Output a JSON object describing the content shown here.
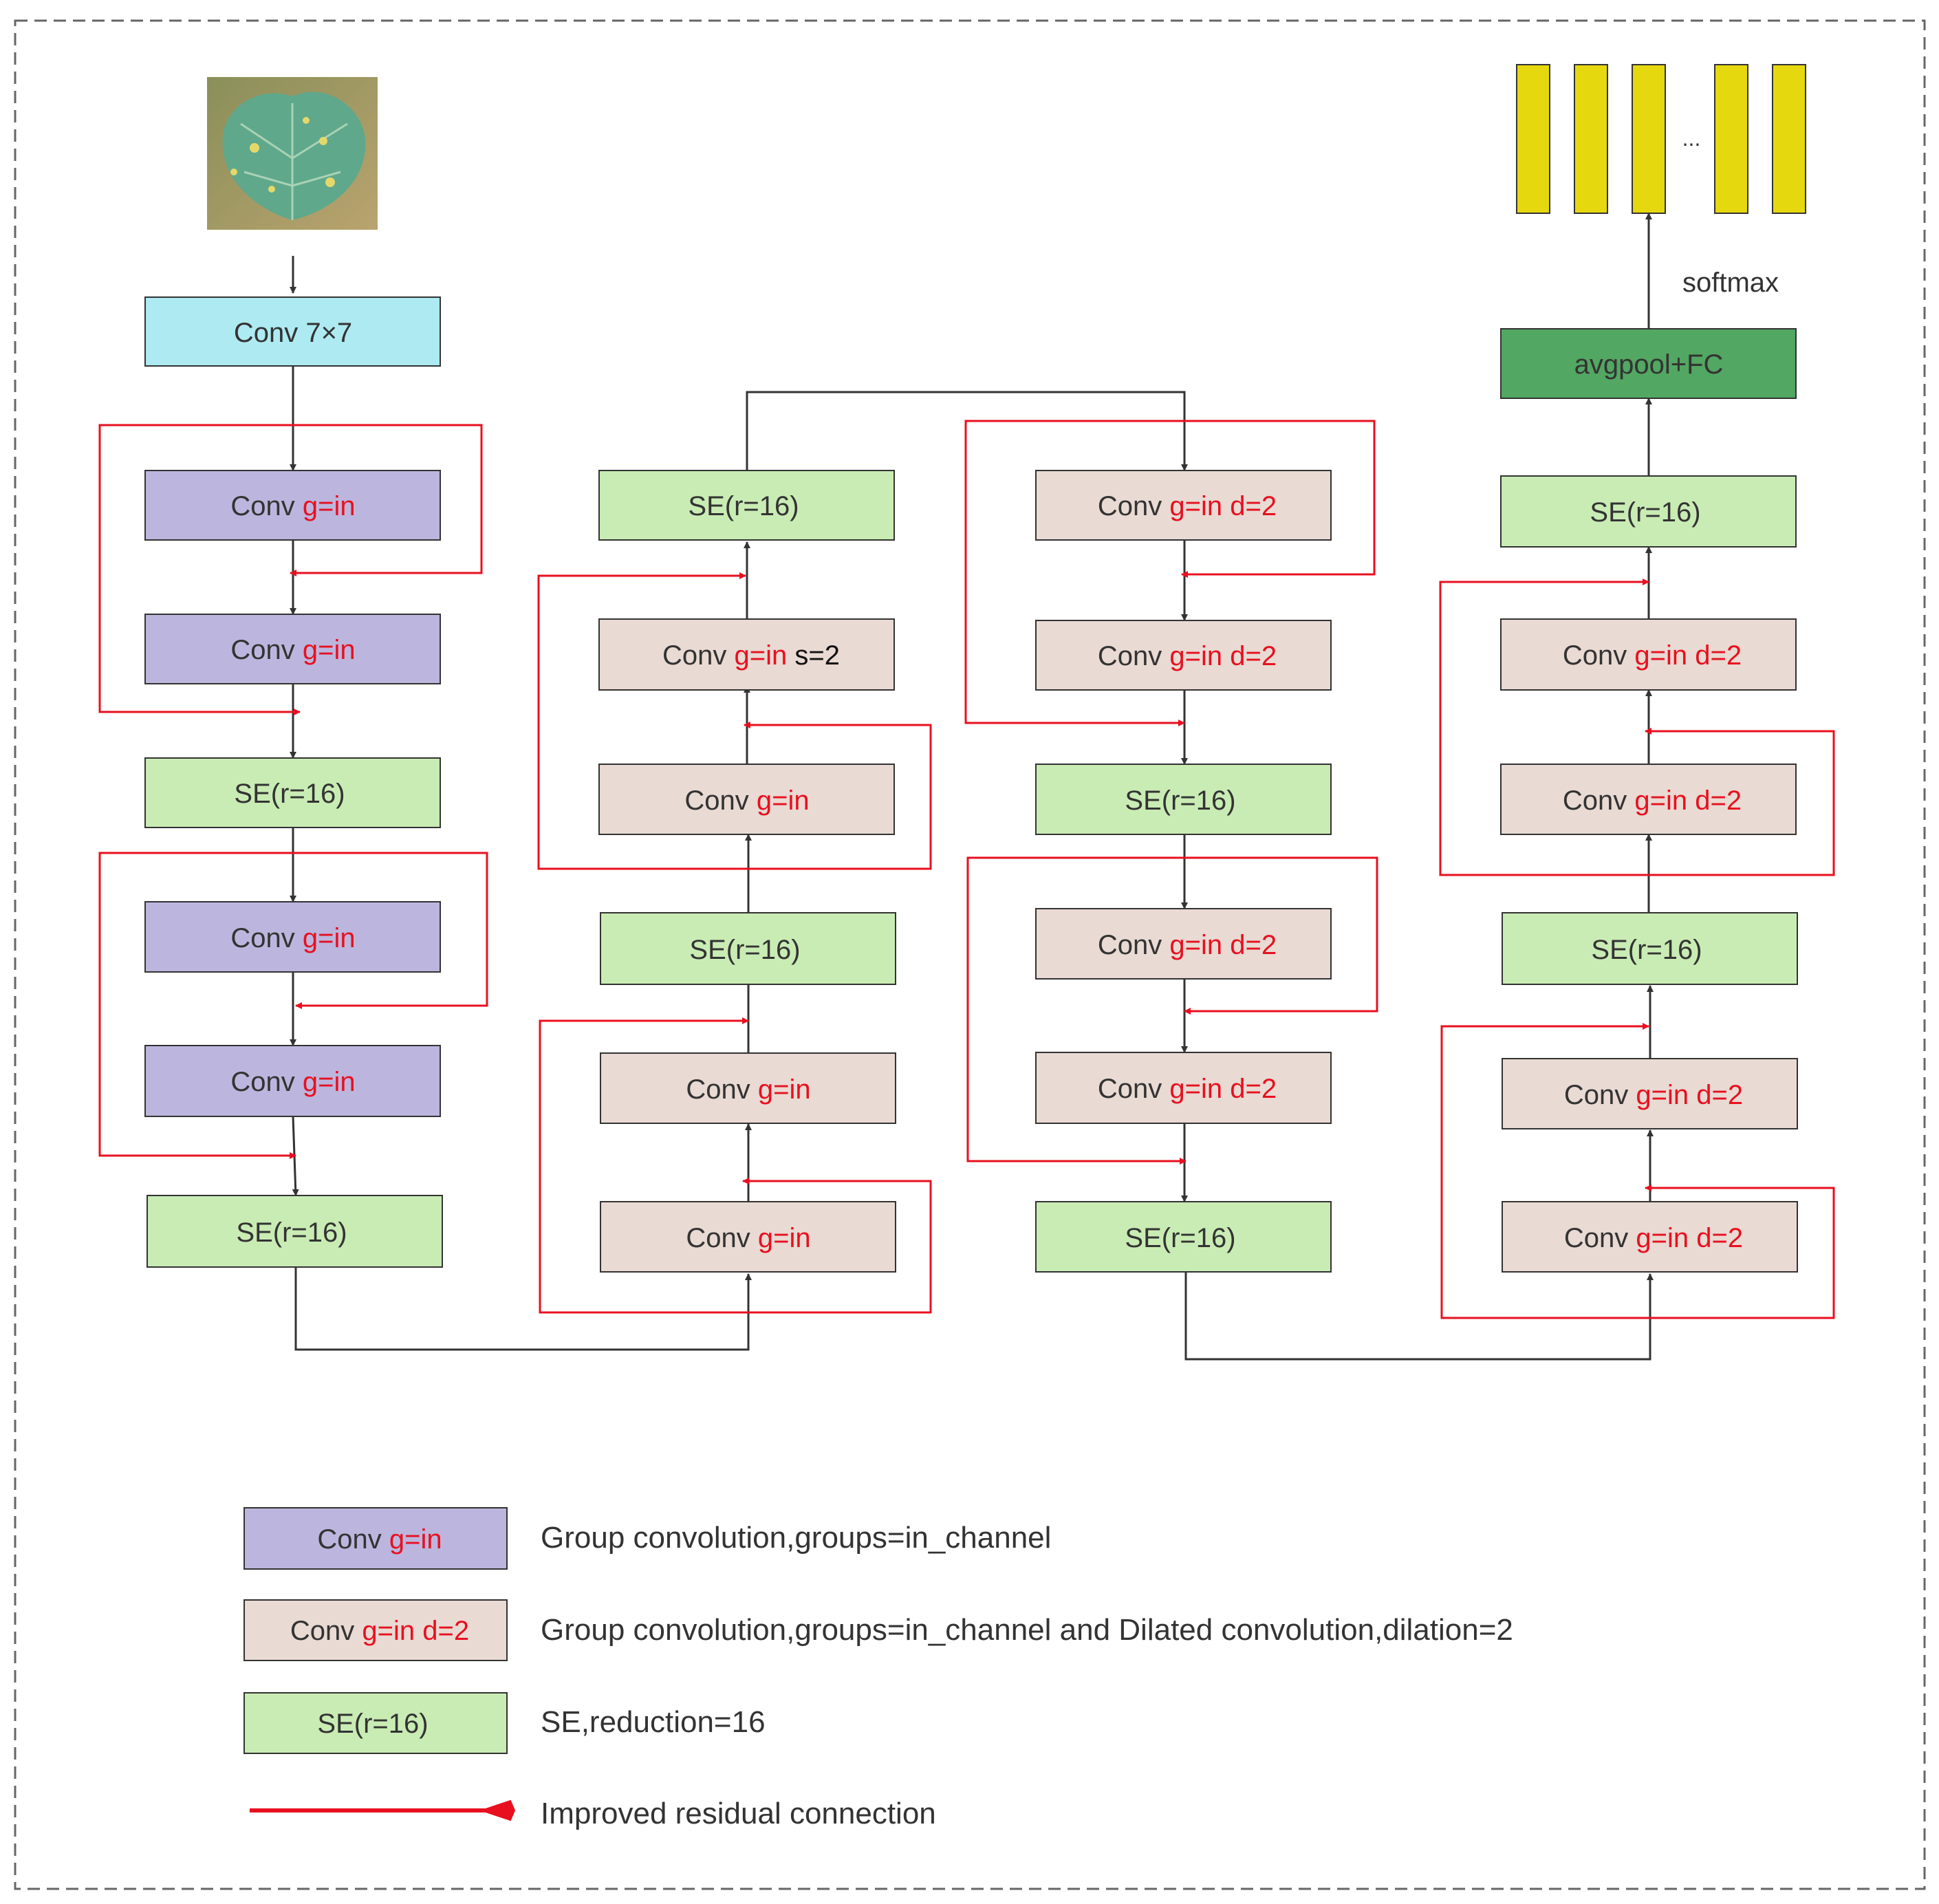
{
  "colors": {
    "purple": "#bcb6de",
    "tan": "#e9dad3",
    "green": "#c9ecb4",
    "cyan": "#aeeaf2",
    "dark_green": "#52a762",
    "yellow": "#e6d80e",
    "red": "#e8101f",
    "black": "#333333"
  },
  "input_image": {
    "icon": "leaf-image-icon"
  },
  "conv7": "Conv 7×7",
  "avgpool": "avgpool+FC",
  "softmax": "softmax",
  "ellipsis": "...",
  "conv": "Conv",
  "g_in": "g=in",
  "g_in_d2": "g=in d=2",
  "s2": "s=2",
  "se": "SE(r=16)",
  "legend": {
    "purple_box": {
      "conv": "Conv",
      "g": "g=in"
    },
    "tan_box": {
      "conv": "Conv",
      "g": "g=in d=2"
    },
    "green_box": "SE(r=16)",
    "desc_group": "Group convolution,groups=in_channel",
    "desc_dilated": "Group convolution,groups=in_channel and Dilated convolution,dilation=2",
    "desc_se": "SE,reduction=16",
    "desc_residual": "Improved residual connection"
  }
}
